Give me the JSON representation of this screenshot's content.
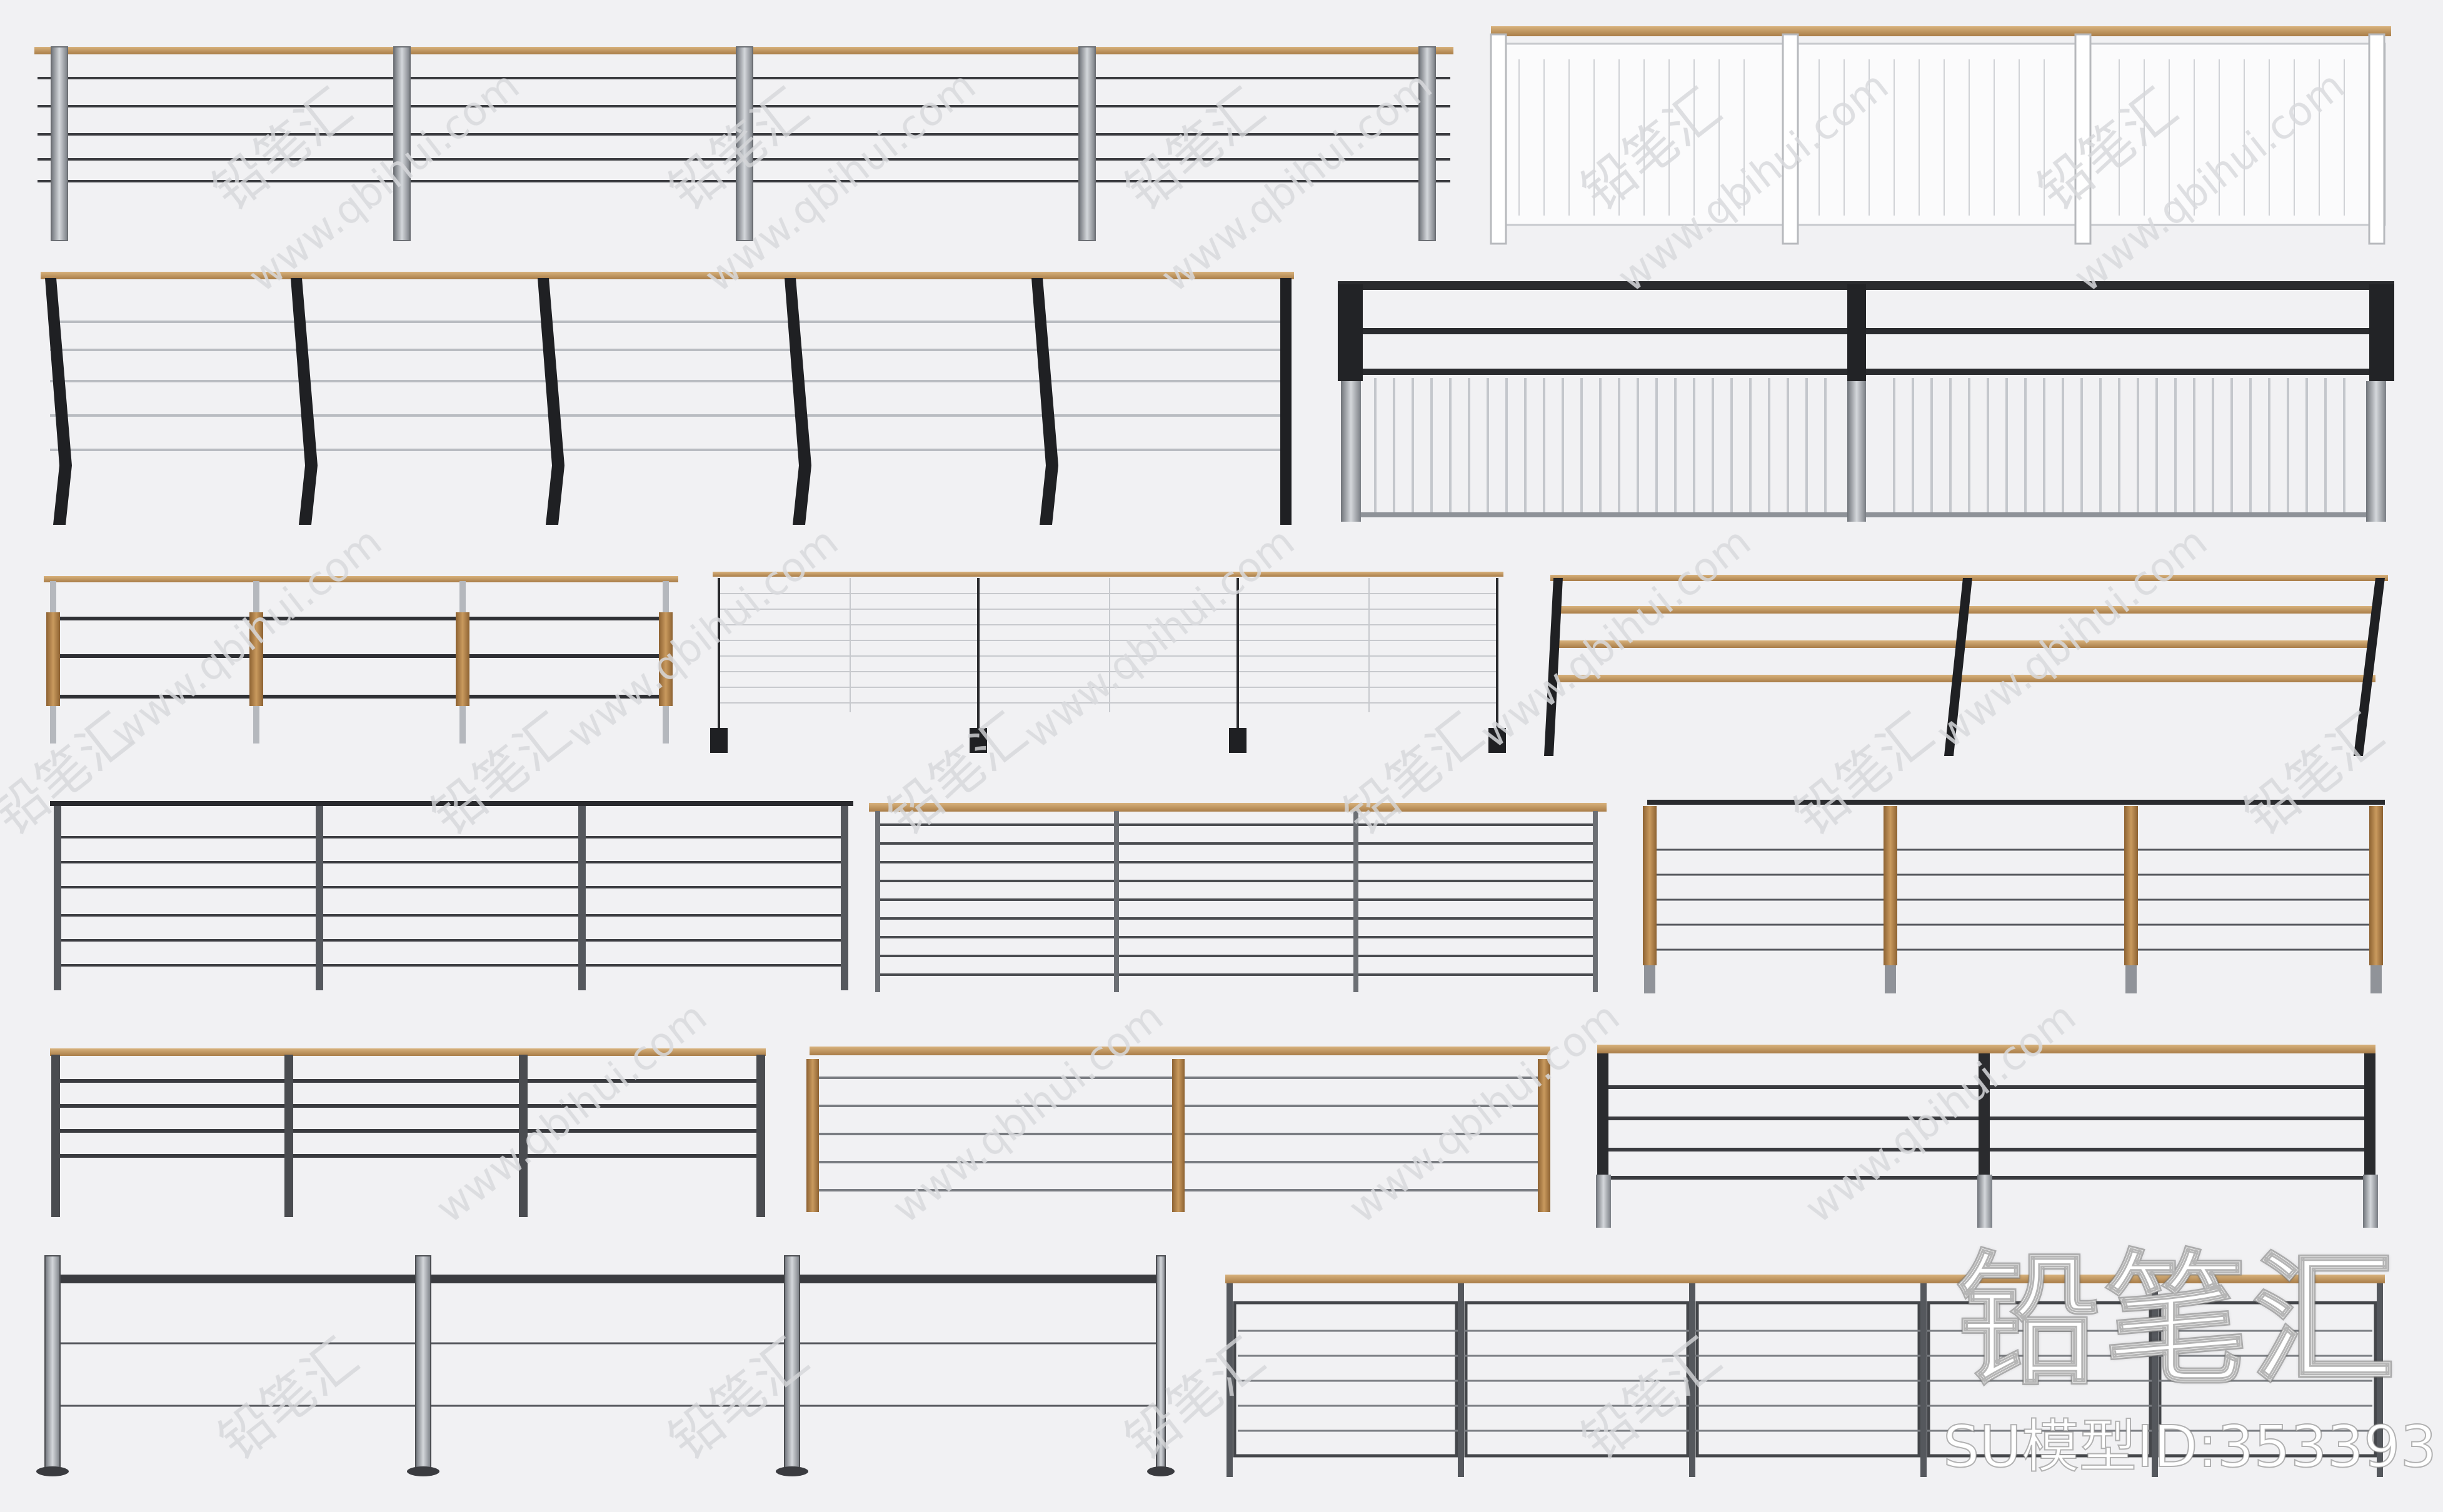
{
  "watermark": {
    "brand": "铅笔汇",
    "site": "www.qbihui.com",
    "model_id": "SU模型ID:353393"
  },
  "colors": {
    "background": "#f1f1f3",
    "wood": "#c8a06a",
    "wood_dark": "#9c7440",
    "dark_metal": "#2a2b2e",
    "steel": "#8e9298",
    "light_steel": "#c9ccd1",
    "white_panel": "#fbfbfc"
  }
}
